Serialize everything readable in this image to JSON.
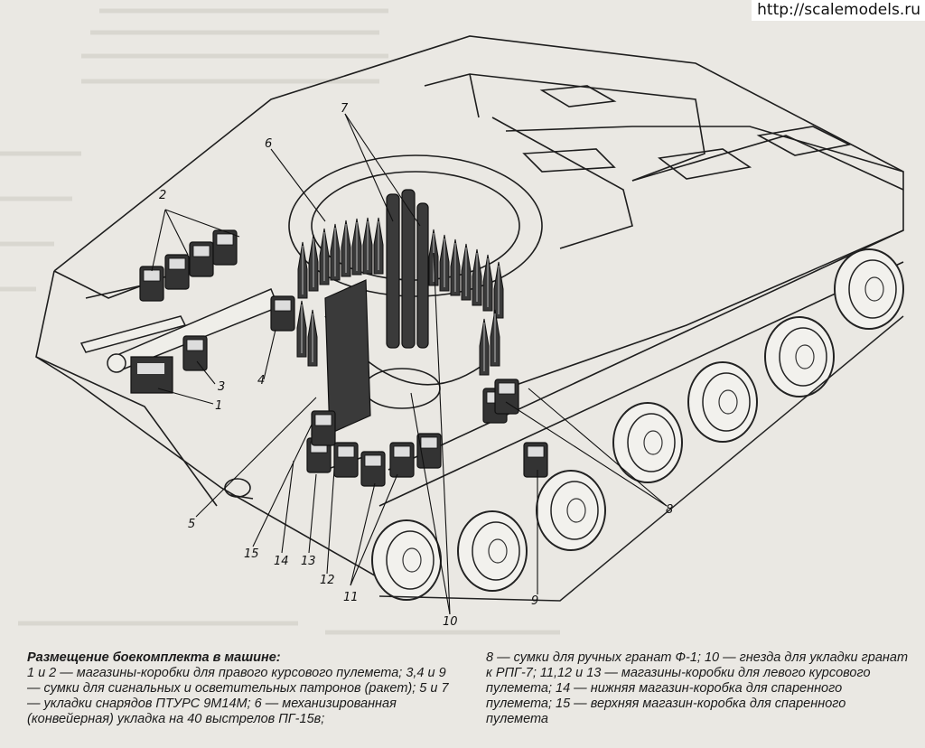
{
  "watermark": "http://scalemodels.ru",
  "callouts": [
    {
      "id": "c1",
      "text": "1"
    },
    {
      "id": "c2",
      "text": "2"
    },
    {
      "id": "c3",
      "text": "3"
    },
    {
      "id": "c4",
      "text": "4"
    },
    {
      "id": "c5",
      "text": "5"
    },
    {
      "id": "c6",
      "text": "6"
    },
    {
      "id": "c7",
      "text": "7"
    },
    {
      "id": "c8",
      "text": "8"
    },
    {
      "id": "c9",
      "text": "9"
    },
    {
      "id": "c10",
      "text": "10"
    },
    {
      "id": "c11",
      "text": "11"
    },
    {
      "id": "c12",
      "text": "12"
    },
    {
      "id": "c13",
      "text": "13"
    },
    {
      "id": "c14",
      "text": "14"
    },
    {
      "id": "c15",
      "text": "15"
    }
  ],
  "caption": {
    "title": "Размещение боекомплекта в машине:",
    "left_text": "1 и 2 — магазины-коробки для правого курсового пулемета; 3,4 и 9 — сумки для сигнальных и осветительных патронов (ракет); 5 и 7 — укладки снарядов ПТУРС 9М14М; 6 — механизированная (конвейерная) укладка на 40 выстрелов ПГ-15в;",
    "right_text": "8 — сумки для ручных гранат Ф-1; 10 — гнезда для укладки гранат к РПГ-7; 11,12 и 13 — магазины-коробки для левого курсового пулемета; 14 — нижняя магазин-коробка для спаренного пулемета; 15 — верхняя магазин-коробка для спаренного пулемета"
  }
}
